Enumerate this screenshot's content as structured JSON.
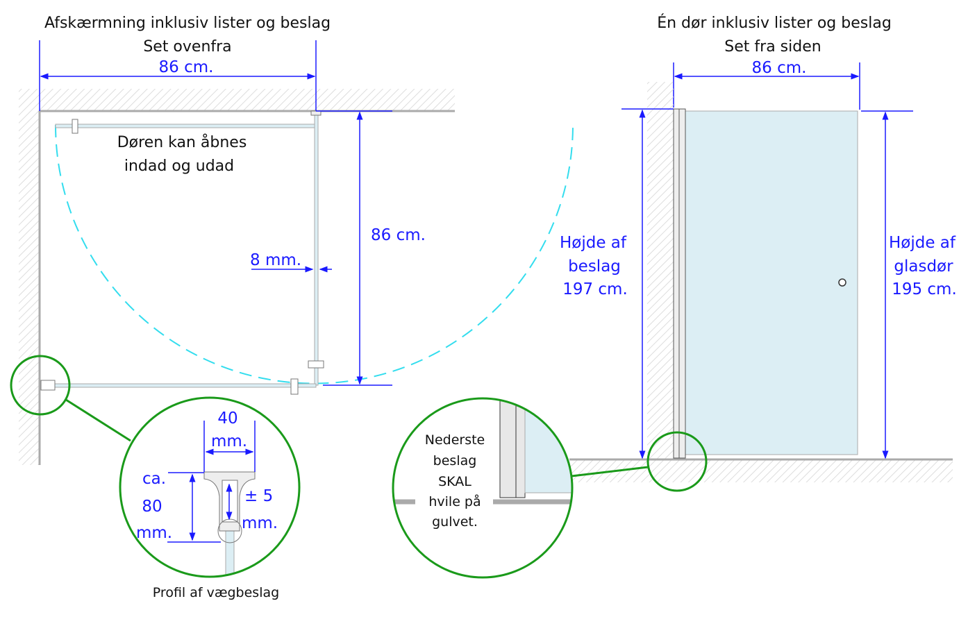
{
  "colors": {
    "dimension": "#1a1aff",
    "highlight": "#1a9a1a",
    "glass": "#dceef4",
    "arc": "#33ddee"
  },
  "left": {
    "title": "Afskærmning inklusiv lister og beslag",
    "subtitle": "Set ovenfra",
    "width_dim": "86 cm.",
    "depth_dim": "86 cm.",
    "gap_dim": "8 mm.",
    "door_note_1": "Døren kan åbnes",
    "door_note_2": "indad og udad",
    "detail": {
      "width_1": "40",
      "width_2": "mm.",
      "height_1": "ca.",
      "height_2": "80",
      "height_3": "mm.",
      "tol_1": "± 5",
      "tol_2": "mm.",
      "caption": "Profil af vægbeslag"
    }
  },
  "right": {
    "title": "Én dør inklusiv lister og beslag",
    "subtitle": "Set fra siden",
    "width_dim": "86 cm.",
    "fitting_height": [
      "Højde af",
      "beslag",
      "197 cm."
    ],
    "glass_height": [
      "Højde af",
      "glasdør",
      "195 cm."
    ],
    "detail": [
      "Nederste",
      "beslag",
      "SKAL",
      "hvile på",
      "gulvet."
    ]
  }
}
